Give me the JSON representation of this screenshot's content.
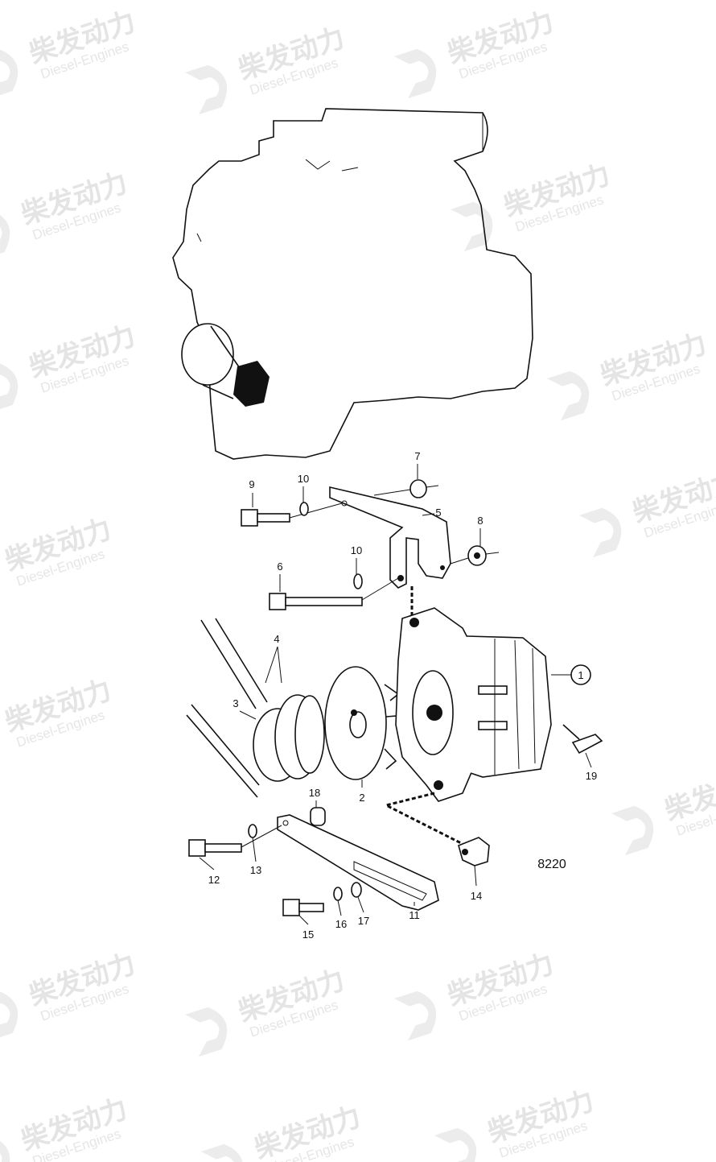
{
  "watermark": {
    "brand_cn": "柴发动力",
    "brand_en": "Diesel-Engines"
  },
  "diagram": {
    "reference_number": "8220",
    "callouts": [
      "9",
      "10",
      "7",
      "5",
      "8",
      "6",
      "10",
      "4",
      "1",
      "3",
      "2",
      "19",
      "18",
      "12",
      "13",
      "14",
      "11",
      "15",
      "16",
      "17"
    ]
  },
  "colors": {
    "line": "#111111",
    "watermark": "#e4e4e4"
  }
}
